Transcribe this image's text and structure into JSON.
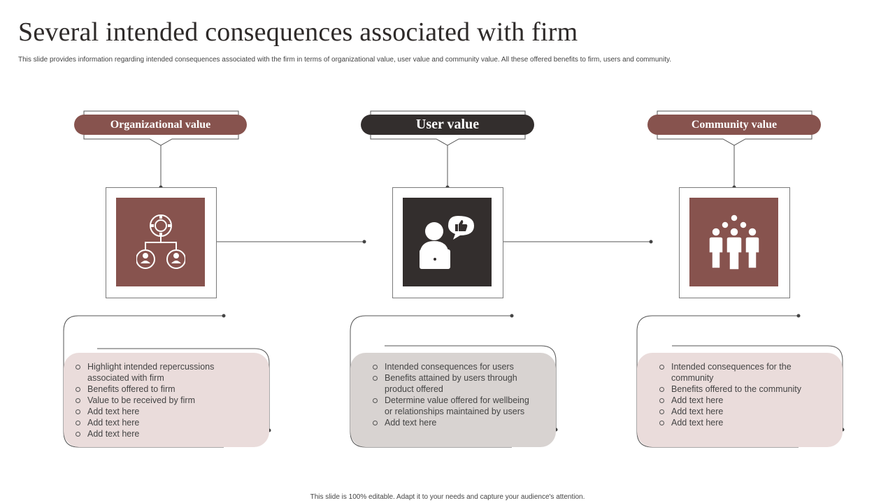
{
  "title": "Several intended consequences associated with firm",
  "subtitle": "This slide provides information regarding intended consequences associated with the firm in terms of organizational value, user value and community value. All these offered benefits to firm, users and community.",
  "footer": "This slide is 100% editable. Adapt it to your needs and capture your audience's attention.",
  "colors": {
    "accent_brown": "#87534e",
    "accent_dark": "#332e2d",
    "box_pink": "#eadcdb",
    "box_grey": "#d8d3d1"
  },
  "columns": [
    {
      "label": "Organizational value",
      "icon": "org-structure-icon",
      "items": [
        "Highlight intended repercussions associated with firm",
        "Benefits offered  to firm",
        "Value to be received  by firm",
        "Add text here",
        "Add text here",
        "Add text here"
      ]
    },
    {
      "label": "User value",
      "icon": "user-laptop-like-icon",
      "items": [
        "Intended consequences for users",
        "Benefits attained by users through product offered",
        "Determine value  offered  for wellbeing  or relationships maintained by users",
        "Add text here"
      ]
    },
    {
      "label": "Community value",
      "icon": "community-group-icon",
      "items": [
        "Intended consequences for the community",
        "Benefits offered  to the community",
        "Add text here",
        "Add text here",
        "Add text here"
      ]
    }
  ]
}
